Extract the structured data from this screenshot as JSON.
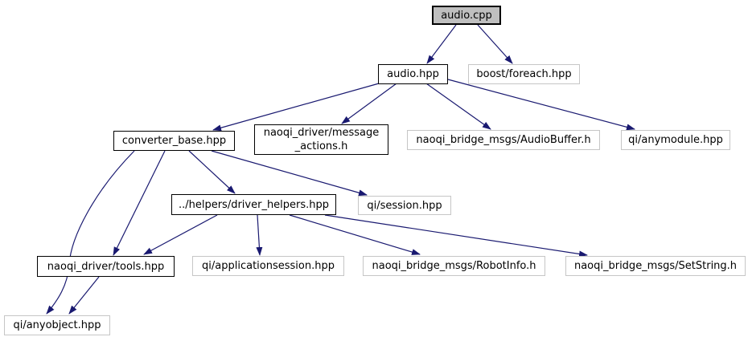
{
  "graph": {
    "kind": "include-dependency-graph",
    "colors": {
      "edge": "#191970",
      "root_fill": "#bfbfbf",
      "node_fill": "#ffffff",
      "internal_border": "#000000",
      "external_border": "#c6c6c6",
      "text": "#000000",
      "background": "#ffffff"
    },
    "nodes": [
      {
        "id": "audio.cpp",
        "label": "audio.cpp",
        "kind": "root"
      },
      {
        "id": "audio.hpp",
        "label": "audio.hpp",
        "kind": "internal"
      },
      {
        "id": "boost/foreach.hpp",
        "label": "boost/foreach.hpp",
        "kind": "external"
      },
      {
        "id": "converter_base.hpp",
        "label": "converter_base.hpp",
        "kind": "internal"
      },
      {
        "id": "naoqi_driver/message_actions.h",
        "label": "naoqi_driver/message\n_actions.h",
        "kind": "internal"
      },
      {
        "id": "naoqi_bridge_msgs/AudioBuffer.h",
        "label": "naoqi_bridge_msgs/AudioBuffer.h",
        "kind": "external"
      },
      {
        "id": "qi/anymodule.hpp",
        "label": "qi/anymodule.hpp",
        "kind": "external"
      },
      {
        "id": "../helpers/driver_helpers.hpp",
        "label": "../helpers/driver_helpers.hpp",
        "kind": "internal"
      },
      {
        "id": "qi/session.hpp",
        "label": "qi/session.hpp",
        "kind": "external"
      },
      {
        "id": "naoqi_driver/tools.hpp",
        "label": "naoqi_driver/tools.hpp",
        "kind": "internal"
      },
      {
        "id": "qi/applicationsession.hpp",
        "label": "qi/applicationsession.hpp",
        "kind": "external"
      },
      {
        "id": "naoqi_bridge_msgs/RobotInfo.h",
        "label": "naoqi_bridge_msgs/RobotInfo.h",
        "kind": "external"
      },
      {
        "id": "naoqi_bridge_msgs/SetString.h",
        "label": "naoqi_bridge_msgs/SetString.h",
        "kind": "external"
      },
      {
        "id": "qi/anyobject.hpp",
        "label": "qi/anyobject.hpp",
        "kind": "external"
      }
    ],
    "edges": [
      {
        "from": "audio.cpp",
        "to": "audio.hpp"
      },
      {
        "from": "audio.cpp",
        "to": "boost/foreach.hpp"
      },
      {
        "from": "audio.hpp",
        "to": "converter_base.hpp"
      },
      {
        "from": "audio.hpp",
        "to": "naoqi_driver/message_actions.h"
      },
      {
        "from": "audio.hpp",
        "to": "naoqi_bridge_msgs/AudioBuffer.h"
      },
      {
        "from": "audio.hpp",
        "to": "qi/anymodule.hpp"
      },
      {
        "from": "converter_base.hpp",
        "to": "qi/anyobject.hpp"
      },
      {
        "from": "converter_base.hpp",
        "to": "naoqi_driver/tools.hpp"
      },
      {
        "from": "converter_base.hpp",
        "to": "../helpers/driver_helpers.hpp"
      },
      {
        "from": "converter_base.hpp",
        "to": "qi/session.hpp"
      },
      {
        "from": "../helpers/driver_helpers.hpp",
        "to": "naoqi_driver/tools.hpp"
      },
      {
        "from": "../helpers/driver_helpers.hpp",
        "to": "qi/applicationsession.hpp"
      },
      {
        "from": "../helpers/driver_helpers.hpp",
        "to": "naoqi_bridge_msgs/RobotInfo.h"
      },
      {
        "from": "../helpers/driver_helpers.hpp",
        "to": "naoqi_bridge_msgs/SetString.h"
      },
      {
        "from": "naoqi_driver/tools.hpp",
        "to": "qi/anyobject.hpp"
      }
    ]
  }
}
